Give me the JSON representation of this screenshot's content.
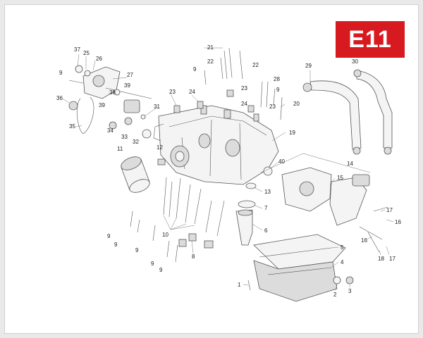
{
  "badge": {
    "code": "E11",
    "color": "#d71920"
  },
  "labels": {
    "l37": "37",
    "l25": "25",
    "l26": "26",
    "l9a": "9",
    "l27": "27",
    "l38": "38",
    "l39a": "39",
    "l39b": "39",
    "l36": "36",
    "l35": "35",
    "l31": "31",
    "l34": "34",
    "l33": "33",
    "l32": "32",
    "l11": "11",
    "l12": "12",
    "l21": "21",
    "l22a": "22",
    "l22b": "22",
    "l9b": "9",
    "l23a": "23",
    "l24a": "24",
    "l23b": "23",
    "l24b": "24",
    "l28": "28",
    "l9c": "9",
    "l23c": "23",
    "l20": "20",
    "l19": "19",
    "l29": "29",
    "l30": "30",
    "l14": "14",
    "l40": "40",
    "l15": "15",
    "l13": "13",
    "l7": "7",
    "l6": "6",
    "l10": "10",
    "l8": "8",
    "l17a": "17",
    "l16a": "16",
    "l16b": "16",
    "l18": "18",
    "l17b": "17",
    "l5": "5",
    "l4": "4",
    "l1": "1",
    "l2": "2",
    "l3": "3",
    "l9d": "9",
    "l9e": "9",
    "l9f": "9",
    "l9g": "9",
    "l9h": "9"
  }
}
